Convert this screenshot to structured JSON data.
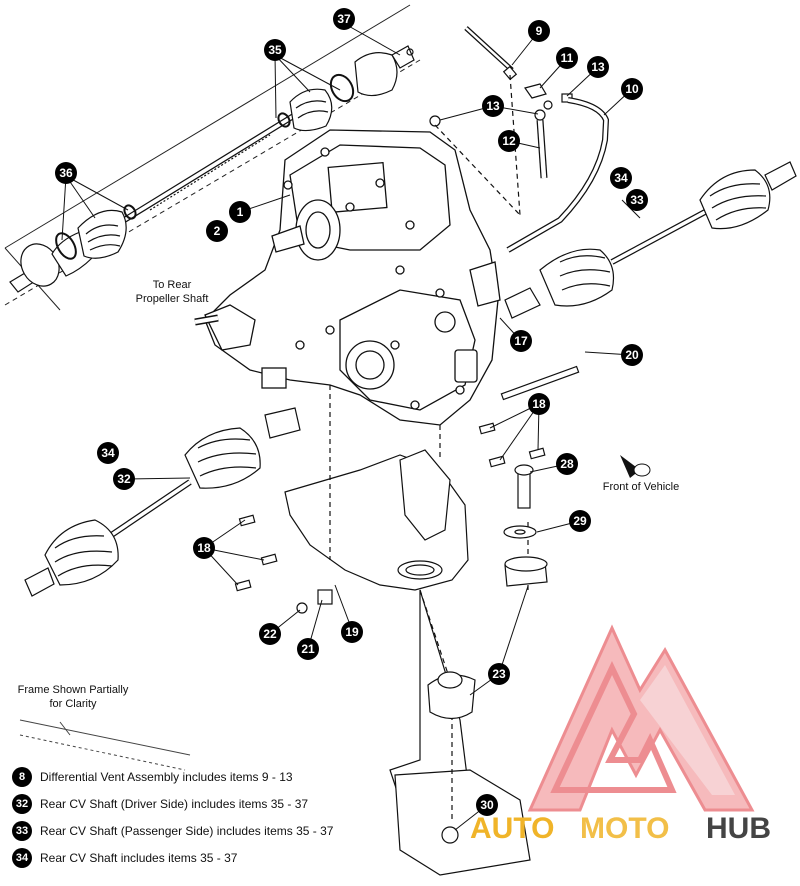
{
  "labels": {
    "to_rear": [
      "To Rear",
      "Propeller Shaft"
    ],
    "front_of_vehicle": "Front of Vehicle",
    "frame_note": [
      "Frame Shown Partially",
      "for Clarity"
    ]
  },
  "callouts": [
    "37",
    "35",
    "36",
    "9",
    "11",
    "13",
    "10",
    "13",
    "12",
    "1",
    "2",
    "34",
    "33",
    "17",
    "20",
    "18",
    "34",
    "32",
    "28",
    "29",
    "18",
    "22",
    "21",
    "19",
    "23",
    "30"
  ],
  "legend": [
    {
      "num": "8",
      "text": "Differential Vent Assembly includes items 9 - 13"
    },
    {
      "num": "32",
      "text": "Rear CV Shaft (Driver Side) includes items 35 - 37"
    },
    {
      "num": "33",
      "text": "Rear CV Shaft (Passenger Side) includes items 35 - 37"
    },
    {
      "num": "34",
      "text": "Rear CV Shaft includes items 35 - 37"
    }
  ],
  "watermark": {
    "part1": "AUTO",
    "part2": "MOTO",
    "part3": "HUB",
    "color_logo": "#e8686d",
    "color_auto": "#f0b429",
    "color_hub": "#444444"
  }
}
